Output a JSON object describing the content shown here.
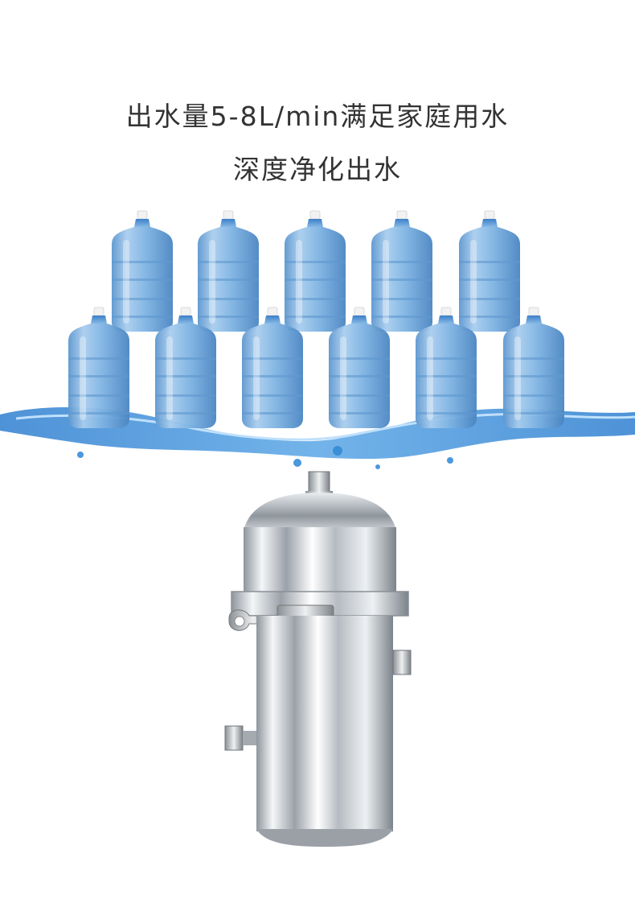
{
  "headline": {
    "line1": "出水量5-8L/min满足家庭用水",
    "line2": "深度净化出水"
  },
  "illustration": {
    "bottles_top_row": 5,
    "bottles_bottom_row": 6,
    "water_color": "#3a8fd6",
    "bottle_color": "#7fb4e3",
    "steel_color": "#c8cdd2"
  }
}
